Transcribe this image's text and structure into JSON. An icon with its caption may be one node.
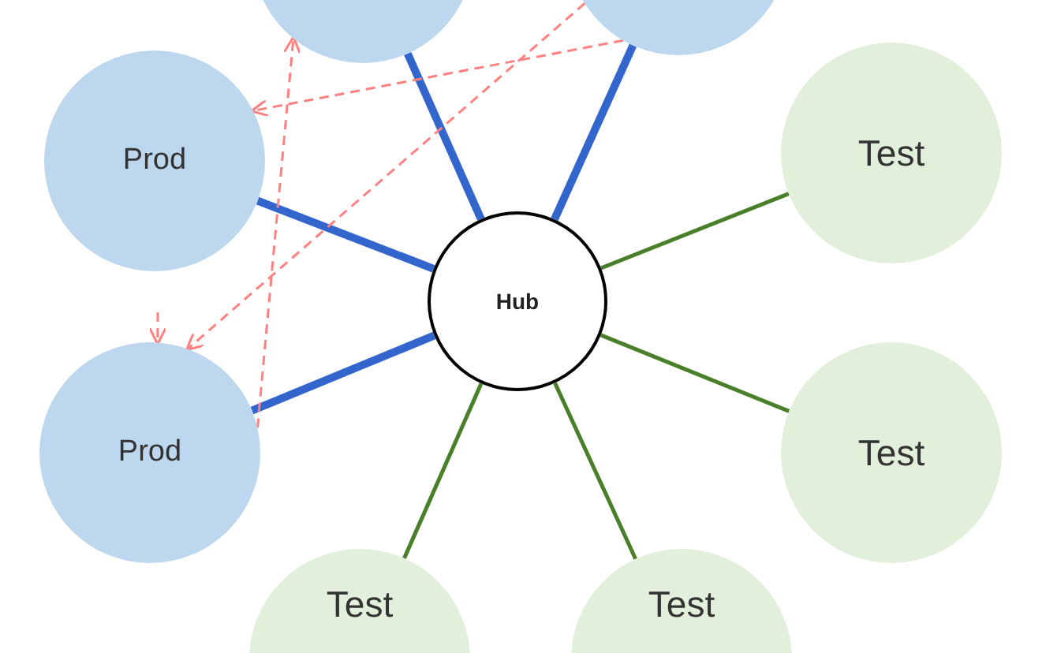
{
  "diagram": {
    "nodes": [
      {
        "text": [
          "Hub"
        ]
      },
      {
        "text": [],
        "shape": "circle"
      },
      {
        "text": [],
        "shape": "circle"
      },
      {
        "text": [
          "Prod"
        ]
      },
      {
        "text": [
          "Test"
        ]
      },
      {
        "text": [
          "Prod"
        ]
      },
      {
        "text": [
          "Test"
        ]
      },
      {
        "text": [
          "Test"
        ]
      },
      {
        "text": [
          "Test"
        ]
      }
    ],
    "edges": [
      {
        "from": 0,
        "to": 1,
        "arrow": "none",
        "style": "thick",
        "color": "#3366cc"
      },
      {
        "from": 0,
        "to": 2,
        "arrow": "none",
        "style": "thick",
        "color": "#3366cc"
      },
      {
        "from": 0,
        "to": 3,
        "arrow": "none",
        "style": "thick",
        "color": "#3366cc"
      },
      {
        "from": 0,
        "to": 5,
        "arrow": "none",
        "style": "thick",
        "color": "#3366cc"
      },
      {
        "from": 0,
        "to": 4,
        "arrow": "none",
        "color": "#4a7f2a"
      },
      {
        "from": 0,
        "to": 6,
        "arrow": "none",
        "color": "#4a7f2a"
      },
      {
        "from": 0,
        "to": 7,
        "arrow": "none",
        "color": "#4a7f2a"
      },
      {
        "from": 0,
        "to": 8,
        "arrow": "none",
        "color": "#4a7f2a"
      },
      {
        "from": 2,
        "to": 3,
        "arrow": "to",
        "style": "dashed",
        "color": "#ff8080"
      },
      {
        "from": 2,
        "to": 5,
        "arrow": "to",
        "style": "dashed",
        "color": "#ff8080"
      },
      {
        "from": 5,
        "to": 1,
        "arrow": "to",
        "style": "dashed",
        "color": "#ff8080"
      },
      {
        "from": null,
        "to": 5,
        "arrow": "to",
        "style": "dashed",
        "color": "#ff8080"
      }
    ]
  }
}
